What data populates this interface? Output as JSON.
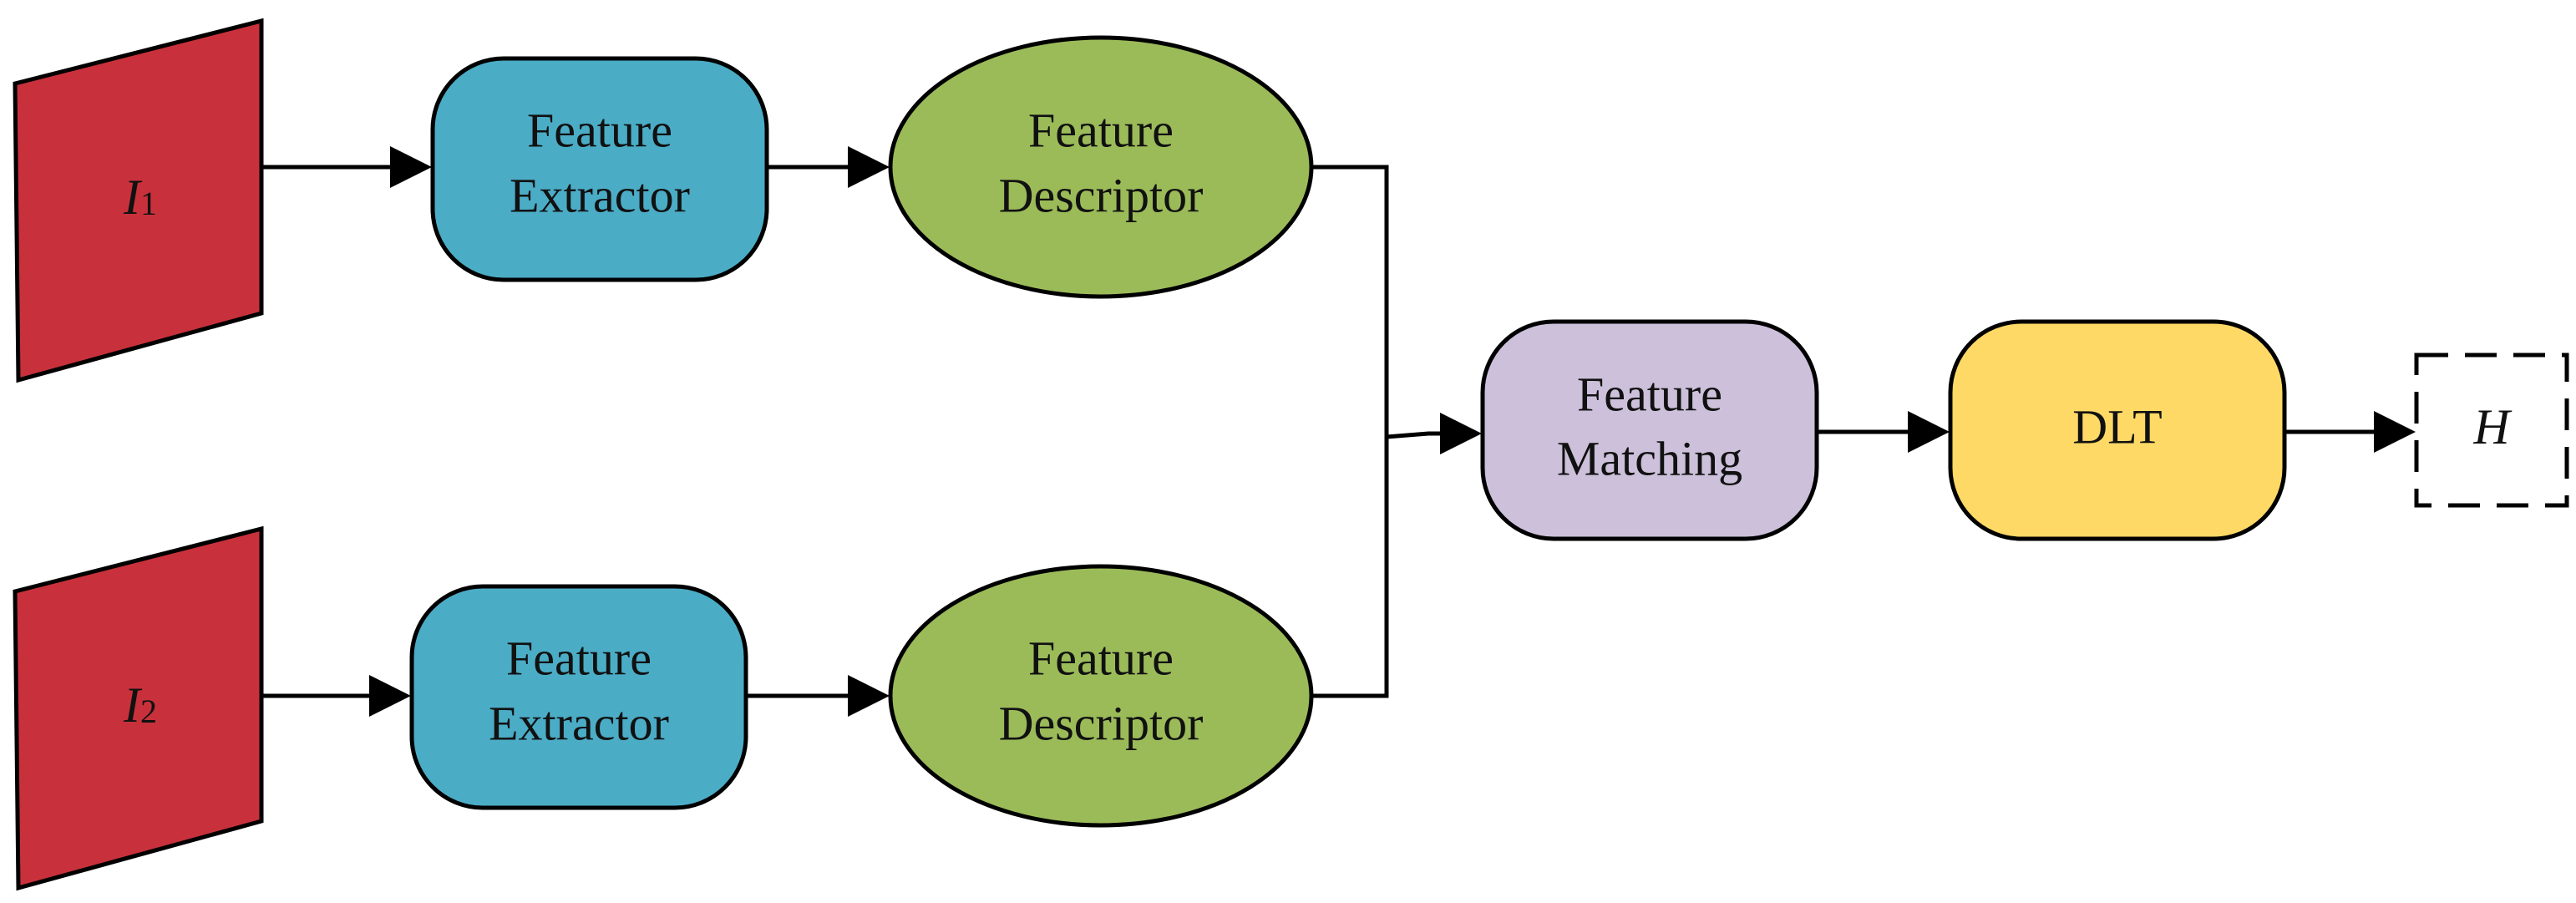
{
  "diagram": {
    "inputs": [
      {
        "letter": "I",
        "subscript": "1"
      },
      {
        "letter": "I",
        "subscript": "2"
      }
    ],
    "extractor_top": {
      "line1": "Feature",
      "line2": "Extractor"
    },
    "extractor_bottom": {
      "line1": "Feature",
      "line2": "Extractor"
    },
    "descriptor_top": {
      "line1": "Feature",
      "line2": "Descriptor"
    },
    "descriptor_bottom": {
      "line1": "Feature",
      "line2": "Descriptor"
    },
    "matching": {
      "line1": "Feature",
      "line2": "Matching"
    },
    "dlt": {
      "label": "DLT"
    },
    "output": {
      "label": "H"
    }
  },
  "colors": {
    "input_fill": "#C8313B",
    "extractor_fill": "#4BACC6",
    "descriptor_fill": "#9BBB59",
    "matching_fill": "#CCC0DA",
    "dlt_fill": "#FFD966",
    "output_fill": "#FFFFFF",
    "stroke": "#000000"
  }
}
